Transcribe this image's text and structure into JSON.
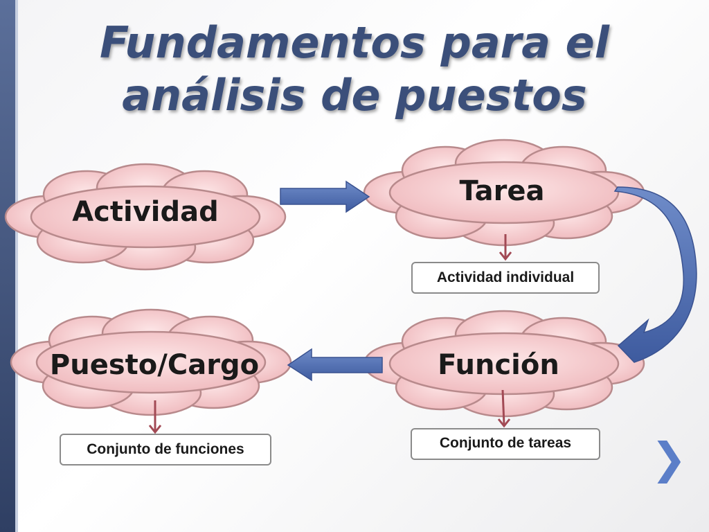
{
  "title": {
    "line1": "Fundamentos para el",
    "line2": "análisis de puestos"
  },
  "nodes": {
    "actividad": "Actividad",
    "tarea": "Tarea",
    "funcion": "Función",
    "puesto": "Puesto/Cargo"
  },
  "notes": {
    "tarea": "Actividad individual",
    "funcion": "Conjunto de tareas",
    "puesto": "Conjunto de funciones"
  },
  "icons": {
    "next": "chevron-right-icon"
  },
  "colors": {
    "cloud_fill": "#f2c6c8",
    "cloud_stroke": "#b88a8c",
    "arrow_blue": "#5673b5",
    "connector": "#a24a55",
    "title": "#3b4f7a"
  }
}
